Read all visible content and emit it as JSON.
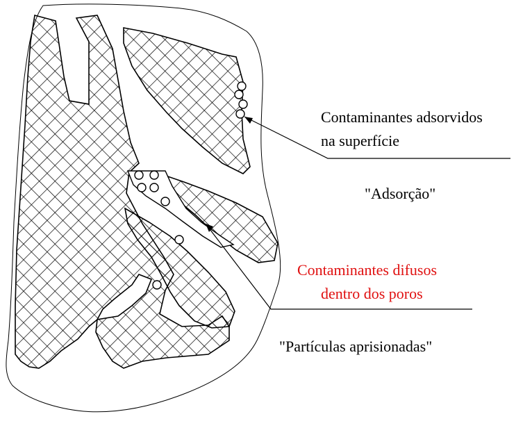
{
  "labels": {
    "adsorbed_line1": "Contaminantes adsorvidos",
    "adsorbed_line2": "na superfície",
    "adsorption_title": "\"Adsorção\"",
    "diffused_line1": "Contaminantes difusos",
    "diffused_line2": "dentro dos poros",
    "trapped_title": "\"Partículas aprisionadas\""
  },
  "colors": {
    "hatch": "#000000",
    "outline": "#000000",
    "highlight_text": "#e01010",
    "background": "#ffffff"
  }
}
